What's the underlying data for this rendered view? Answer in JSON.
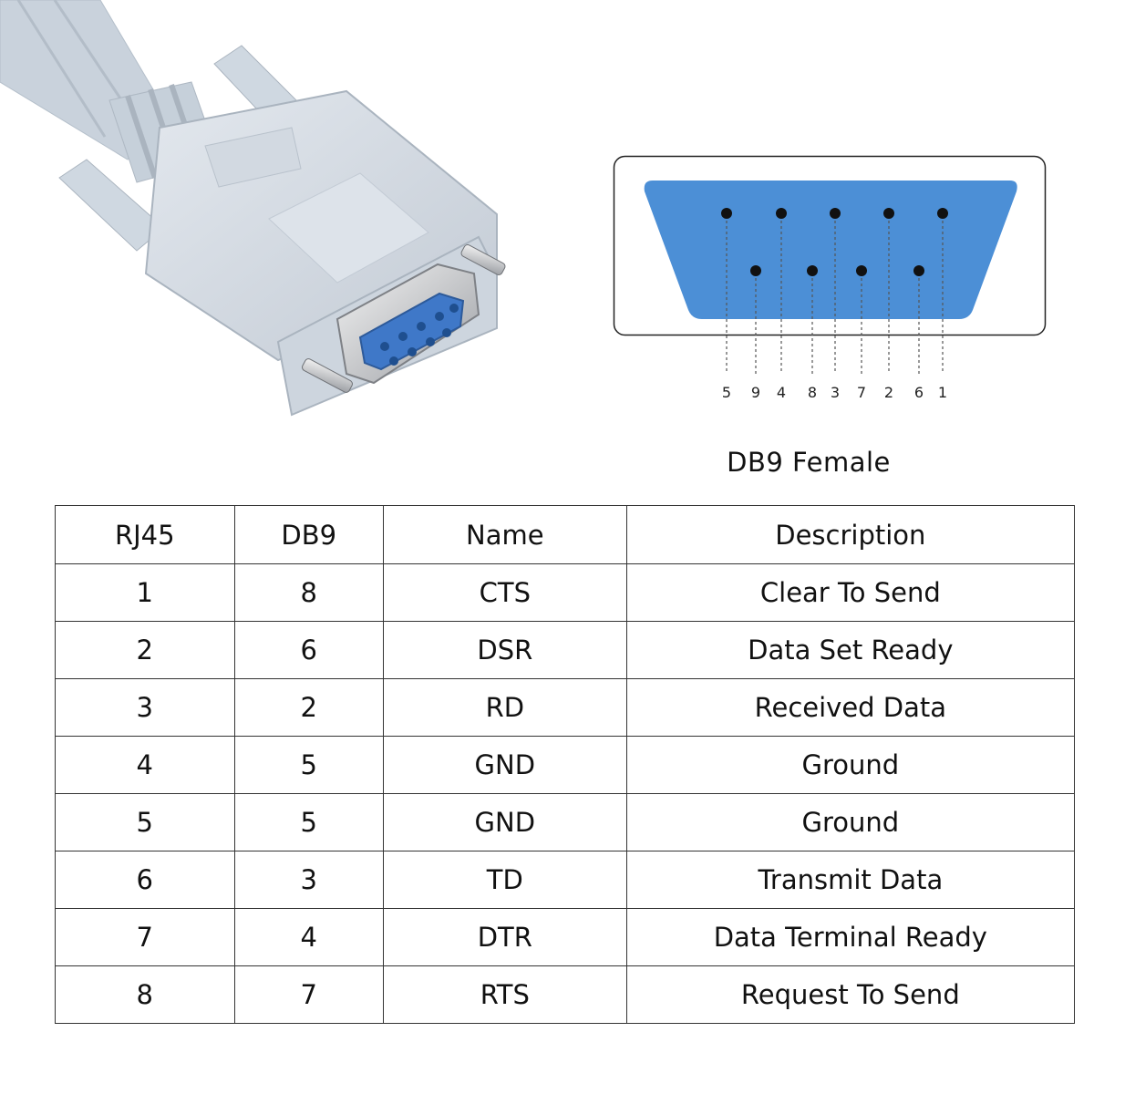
{
  "diagram": {
    "caption": "DB9 Female",
    "connector_color": "#4c8fd6",
    "top_row_pins": [
      5,
      4,
      3,
      2,
      1
    ],
    "bottom_row_pins": [
      9,
      8,
      7,
      6
    ],
    "pin_label_order": [
      "5",
      "9",
      "4",
      "8",
      "3",
      "7",
      "2",
      "6",
      "1"
    ]
  },
  "table": {
    "headers": [
      "RJ45",
      "DB9",
      "Name",
      "Description"
    ],
    "rows": [
      [
        "1",
        "8",
        "CTS",
        "Clear To Send"
      ],
      [
        "2",
        "6",
        "DSR",
        "Data Set Ready"
      ],
      [
        "3",
        "2",
        "RD",
        "Received Data"
      ],
      [
        "4",
        "5",
        "GND",
        "Ground"
      ],
      [
        "5",
        "5",
        "GND",
        "Ground"
      ],
      [
        "6",
        "3",
        "TD",
        "Transmit Data"
      ],
      [
        "7",
        "4",
        "DTR",
        "Data Terminal Ready"
      ],
      [
        "8",
        "7",
        "RTS",
        "Request To Send"
      ]
    ]
  }
}
